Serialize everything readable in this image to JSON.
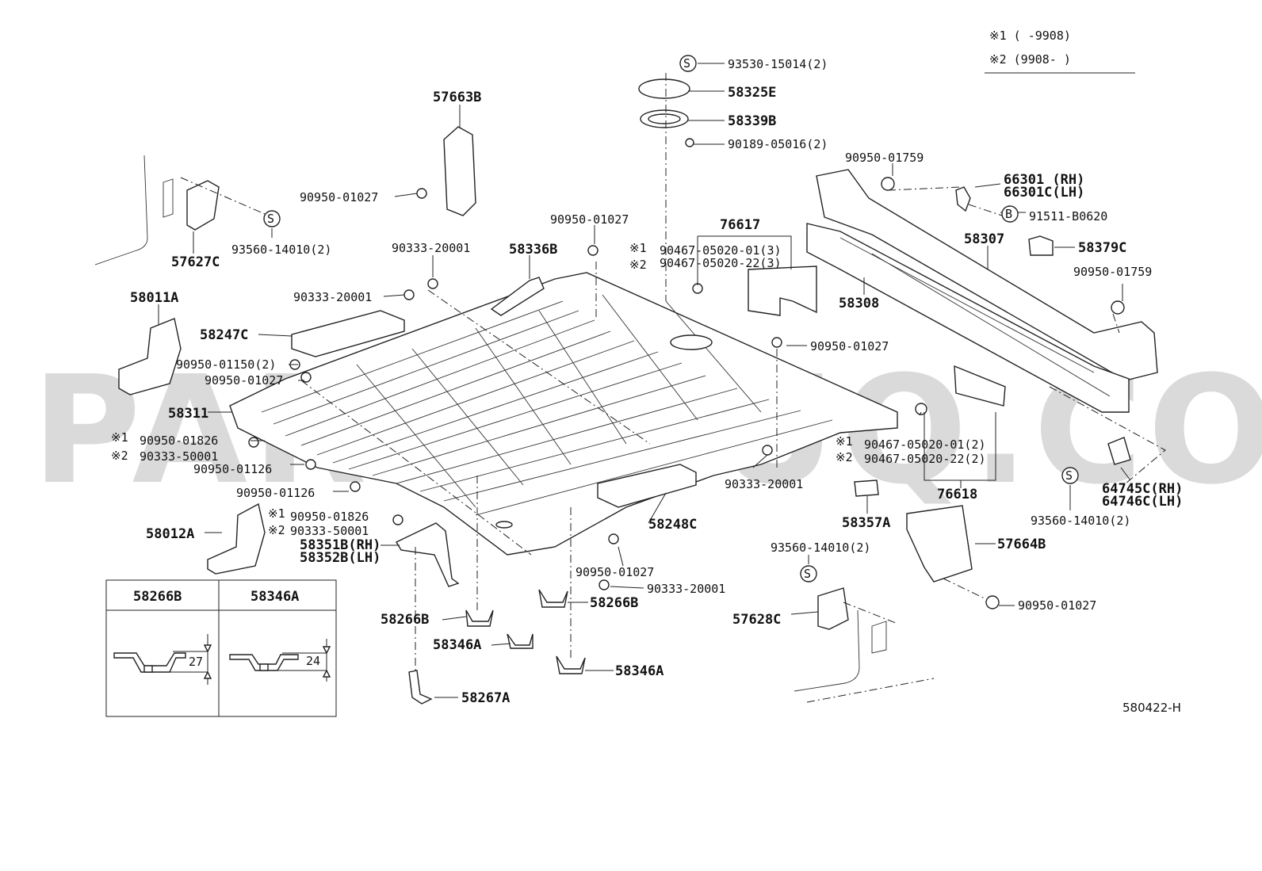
{
  "legend": {
    "row1": "※1 (    -9908)",
    "row2": "※2 (9908-    )"
  },
  "labels": {
    "p93530": "93530-15014(2)",
    "p58325E": "58325E",
    "p58339B": "58339B",
    "p90189": "90189-05016(2)",
    "p57663B": "57663B",
    "p90950_01027_a": "90950-01027",
    "p93560_a": "93560-14010(2)",
    "p57627C": "57627C",
    "p58011A": "58011A",
    "p90950_01027_b": "90950-01027",
    "p90333_20001_a": "90333-20001",
    "p58336B": "58336B",
    "p90333_20001_b": "90333-20001",
    "p58247C": "58247C",
    "p90950_01150": "90950-01150(2)",
    "p90950_01027_c": "90950-01027",
    "p58311": "58311",
    "p90950_01826_a": "90950-01826",
    "p90333_50001_a": "90333-50001",
    "p90950_01126_a": "90950-01126",
    "p90950_01126_b": "90950-01126",
    "p90950_01826_b": "90950-01826",
    "p90333_50001_b": "90333-50001",
    "p58012A": "58012A",
    "p58351B": "58351B(RH)",
    "p58352B": "58352B(LH)",
    "p76617": "76617",
    "p90467_a1": "90467-05020-01(3)",
    "p90467_a2": "90467-05020-22(3)",
    "p90950_01759_a": "90950-01759",
    "p66301": "66301 (RH)",
    "p66301C": "66301C(LH)",
    "p91511": "91511-B0620",
    "p58307": "58307",
    "p58379C": "58379C",
    "p58308": "58308",
    "p90950_01759_b": "90950-01759",
    "p90950_01027_d": "90950-01027",
    "p90467_b1": "90467-05020-01(2)",
    "p90467_b2": "90467-05020-22(2)",
    "p90333_20001_c": "90333-20001",
    "p58248C": "58248C",
    "p76618": "76618",
    "p58357A": "58357A",
    "p93560_b": "93560-14010(2)",
    "p64745C": "64745C(RH)",
    "p64746C": "64746C(LH)",
    "p93560_c": "93560-14010(2)",
    "p57664B": "57664B",
    "p90950_01027_e": "90950-01027",
    "p90333_20001_d": "90333-20001",
    "p58266B_a": "58266B",
    "p58266B_b": "58266B",
    "p58346A_a": "58346A",
    "p58346A_b": "58346A",
    "p58267A": "58267A",
    "p57628C": "57628C",
    "p90950_01027_f": "90950-01027"
  },
  "markers": {
    "s": "S",
    "b": "B",
    "m1": "※1",
    "m2": "※2"
  },
  "inset": {
    "left_title": "58266B",
    "right_title": "58346A",
    "left_dim": "27",
    "right_dim": "24"
  },
  "diagram_id": "580422-H",
  "watermark": "PARTSOUQ.COM"
}
